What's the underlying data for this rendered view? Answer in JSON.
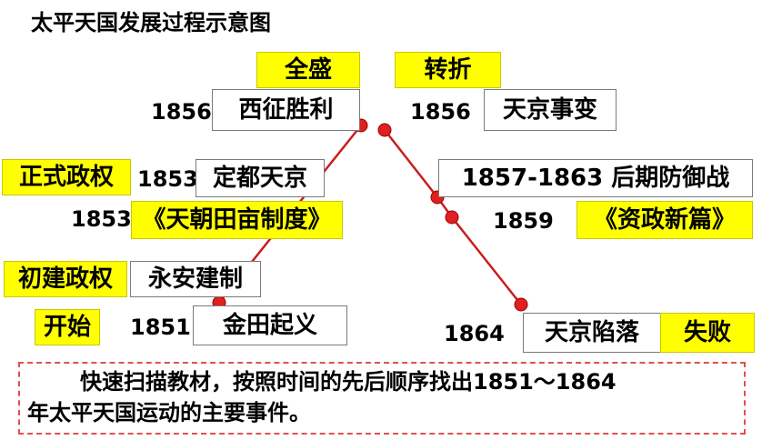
{
  "title": "太平天国发展过程示意图",
  "colors": {
    "line": "#c81e1e",
    "dot": "#e02020",
    "highlight": "#ffff00",
    "note_border": "#e05050"
  },
  "peak": {
    "label": "全盛",
    "year": "1856",
    "event": "西征胜利"
  },
  "turn": {
    "label": "转折",
    "year": "1856",
    "event": "天京事变"
  },
  "regime": {
    "label": "正式政权",
    "year": "1853",
    "event": "定都天京"
  },
  "system": {
    "year": "1853",
    "event": "《天朝田亩制度》"
  },
  "defense": {
    "event": "1857-1863  后期防御战"
  },
  "reform": {
    "year": "1859",
    "event": "《资政新篇》"
  },
  "early": {
    "label": "初建政权",
    "event": "永安建制"
  },
  "start": {
    "label": "开始",
    "year": "1851",
    "event": "金田起义"
  },
  "fall": {
    "year": "1864",
    "event": "天京陷落",
    "label": "失败"
  },
  "note": {
    "line1": "快速扫描教材，按照时间的先后顺序找出1851～1864",
    "line2": "年太平天国运动的主要事件。"
  }
}
